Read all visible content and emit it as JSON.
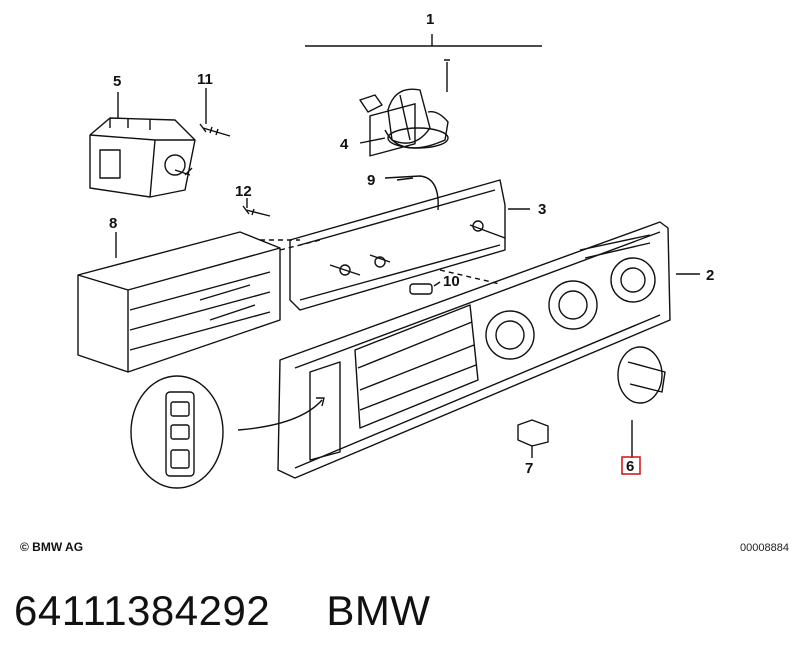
{
  "diagram": {
    "callouts": [
      "1",
      "2",
      "3",
      "4",
      "5",
      "6",
      "7",
      "8",
      "9",
      "10",
      "11",
      "12"
    ],
    "highlighted_callout": "6",
    "highlight_color": "#d42020",
    "line_color": "#111111"
  },
  "footer": {
    "copyright": "© BMW AG",
    "diagram_code": "00008884"
  },
  "caption": {
    "part_number": "64111384292",
    "brand": "BMW"
  }
}
